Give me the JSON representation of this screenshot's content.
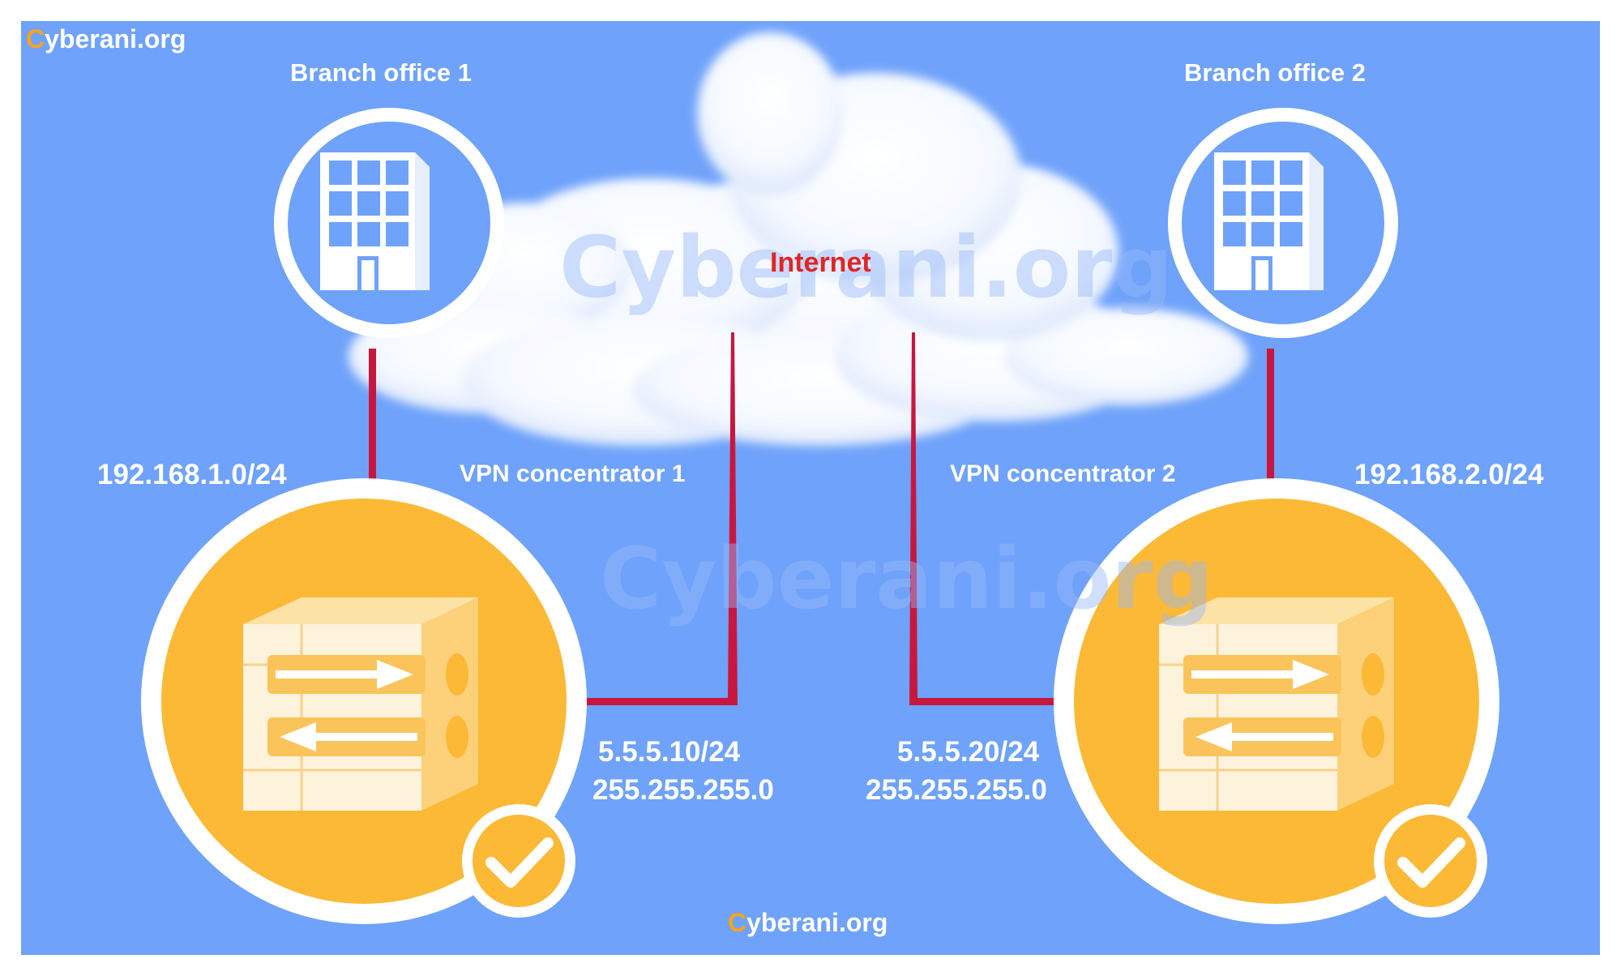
{
  "brand": {
    "logo_c": "C",
    "logo_rest": "yberani.org",
    "watermark": "Cyberani.org"
  },
  "cloud": {
    "label": "Internet"
  },
  "branches": [
    {
      "title": "Branch office 1",
      "subnet": "192.168.1.0/24",
      "concentrator": "VPN concentrator 1",
      "ip": "5.5.5.10/24",
      "mask": "255.255.255.0"
    },
    {
      "title": "Branch office 2",
      "subnet": "192.168.2.0/24",
      "concentrator": "VPN concentrator 2",
      "ip": "5.5.5.20/24",
      "mask": "255.255.255.0"
    }
  ],
  "colors": {
    "background": "#6fa2fa",
    "link": "#c8173f",
    "device": "#fbb936",
    "internet_label": "#e02525",
    "logo_accent": "#f5a51c"
  }
}
